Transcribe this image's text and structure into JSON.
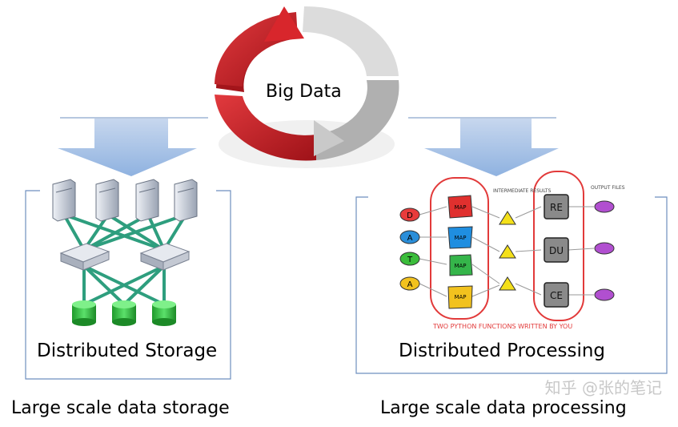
{
  "hub": {
    "label": "Big Data"
  },
  "storage": {
    "box_label": "Distributed Storage",
    "caption": "Large scale data storage"
  },
  "processing": {
    "box_label": "Distributed Processing",
    "caption": "Large scale data processing",
    "header_intermediate": "INTERMEDIATE RESULTS",
    "header_output": "OUTPUT FILES",
    "inputs": [
      "D",
      "A",
      "T",
      "A"
    ],
    "map_label": "MAP",
    "reducers": [
      "RE",
      "DU",
      "CE"
    ],
    "footer": "TWO PYTHON FUNCTIONS WRITTEN BY YOU"
  },
  "watermark": "知乎 @张的笔记",
  "colors": {
    "ring_red": "#cc1f24",
    "ring_grey": "#d4d4d4",
    "arrow_blue": "#a9c4e6",
    "box_line": "#6e8fbf",
    "link_teal": "#2e9e7e",
    "disk_green": "#3ec24a",
    "sketch_red": "#e23a3a",
    "input_colors": [
      "#e83b3b",
      "#2a8ed9",
      "#3bbd3b",
      "#f2c21e"
    ],
    "map_colors": [
      "#e0302e",
      "#1f8ee0",
      "#35b54a",
      "#f2c21e"
    ],
    "triangle": "#f4e01a",
    "output": "#b14fd0"
  }
}
